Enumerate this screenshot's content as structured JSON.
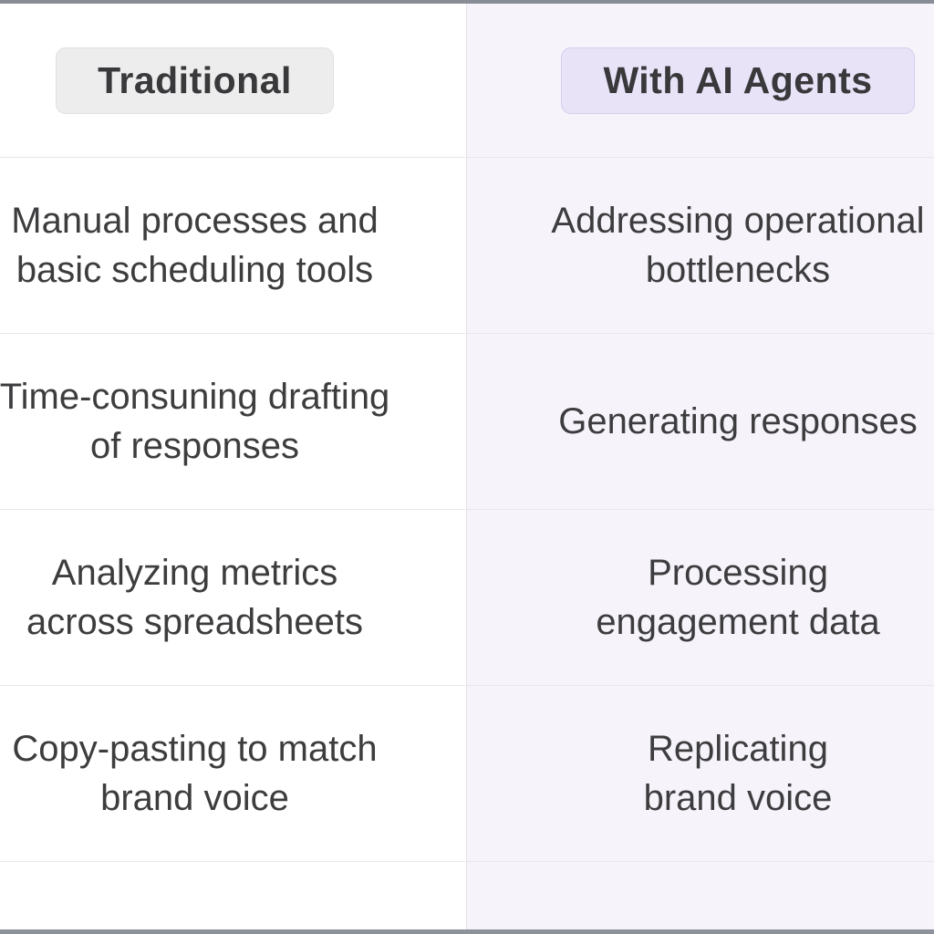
{
  "table": {
    "headers": [
      {
        "label": "Traditional"
      },
      {
        "label": "With AI Agents"
      }
    ],
    "rows": [
      {
        "left": "Manual processes and\nbasic scheduling tools",
        "right": "Addressing operational\nbottlenecks"
      },
      {
        "left": "Time-consuning drafting\nof responses",
        "right": "Generating responses"
      },
      {
        "left": "Analyzing metrics\nacross spreadsheets",
        "right": "Processing\nengagement data"
      },
      {
        "left": "Copy-pasting to match\nbrand voice",
        "right": "Replicating\nbrand voice"
      }
    ],
    "colors": {
      "left_column_bg": "#ffffff",
      "right_column_bg": "#f6f4fa",
      "row_divider": "#e8e7eb",
      "column_divider": "#e4e2e8",
      "badge_gray_bg": "#ededee",
      "badge_gray_border": "#e0e0e3",
      "badge_purple_bg": "#e9e3f8",
      "badge_purple_border": "#d7ccef",
      "text": "#3d3d3f",
      "frame_bar": "#878c95"
    }
  }
}
